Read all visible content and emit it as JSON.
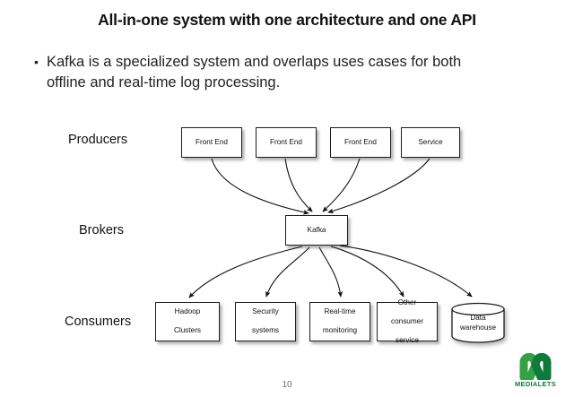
{
  "slide": {
    "title": "All-in-one system with one architecture and one API",
    "bullet_glyph": "•",
    "bullet_text": "Kafka is a specialized system and overlaps uses cases for both offline and real-time log processing.",
    "page_number": "10"
  },
  "rows": {
    "producers_label": "Producers",
    "brokers_label": "Brokers",
    "consumers_label": "Consumers"
  },
  "producers": [
    {
      "label": "Front End"
    },
    {
      "label": "Front End"
    },
    {
      "label": "Front End"
    },
    {
      "label": "Service"
    }
  ],
  "broker": {
    "label": "Kafka"
  },
  "consumers": [
    {
      "label": "Hadoop\nClusters",
      "line1": "Hadoop",
      "line2": "Clusters"
    },
    {
      "label": "Security\nsystems",
      "line1": "Security",
      "line2": "systems"
    },
    {
      "label": "Real-time\nmonitoring",
      "line1": "Real-time",
      "line2": "monitoring"
    },
    {
      "label": "Other\nconsumer\nservice",
      "line1": "Other",
      "line2": "consumer",
      "line3": "service"
    },
    {
      "label": "Data\nwarehouse",
      "line1": "Data",
      "line2": "warehouse",
      "shape": "cylinder"
    }
  ],
  "brand": {
    "name": "MEDIALETS",
    "icon": "medialets-m-logo",
    "color_light": "#35a045",
    "color_dark": "#0e7a3c"
  },
  "colors": {
    "background": "#ffffff",
    "text": "#111111",
    "node_border": "#1d1d1d",
    "edge": "#111111"
  }
}
